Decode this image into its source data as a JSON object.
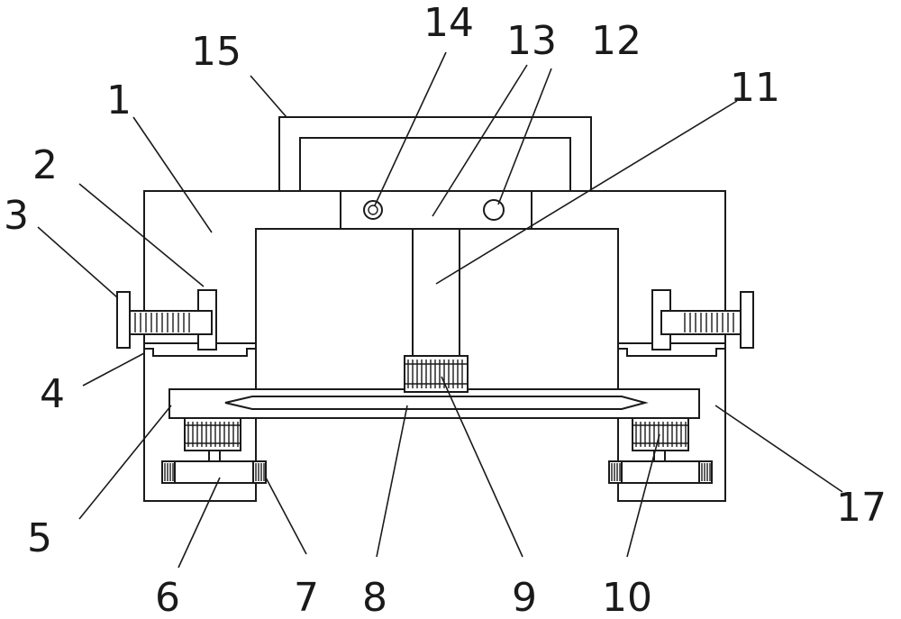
{
  "diagram": {
    "labels": [
      {
        "id": "1",
        "text": "1"
      },
      {
        "id": "2",
        "text": "2"
      },
      {
        "id": "3",
        "text": "3"
      },
      {
        "id": "4",
        "text": "4"
      },
      {
        "id": "5",
        "text": "5"
      },
      {
        "id": "6",
        "text": "6"
      },
      {
        "id": "7",
        "text": "7"
      },
      {
        "id": "8",
        "text": "8"
      },
      {
        "id": "9",
        "text": "9"
      },
      {
        "id": "10",
        "text": "10"
      },
      {
        "id": "11",
        "text": "11"
      },
      {
        "id": "12",
        "text": "12"
      },
      {
        "id": "13",
        "text": "13"
      },
      {
        "id": "14",
        "text": "14"
      },
      {
        "id": "15",
        "text": "15"
      },
      {
        "id": "17",
        "text": "17"
      }
    ],
    "line_color": "#1a1a1a",
    "background": "#ffffff"
  }
}
